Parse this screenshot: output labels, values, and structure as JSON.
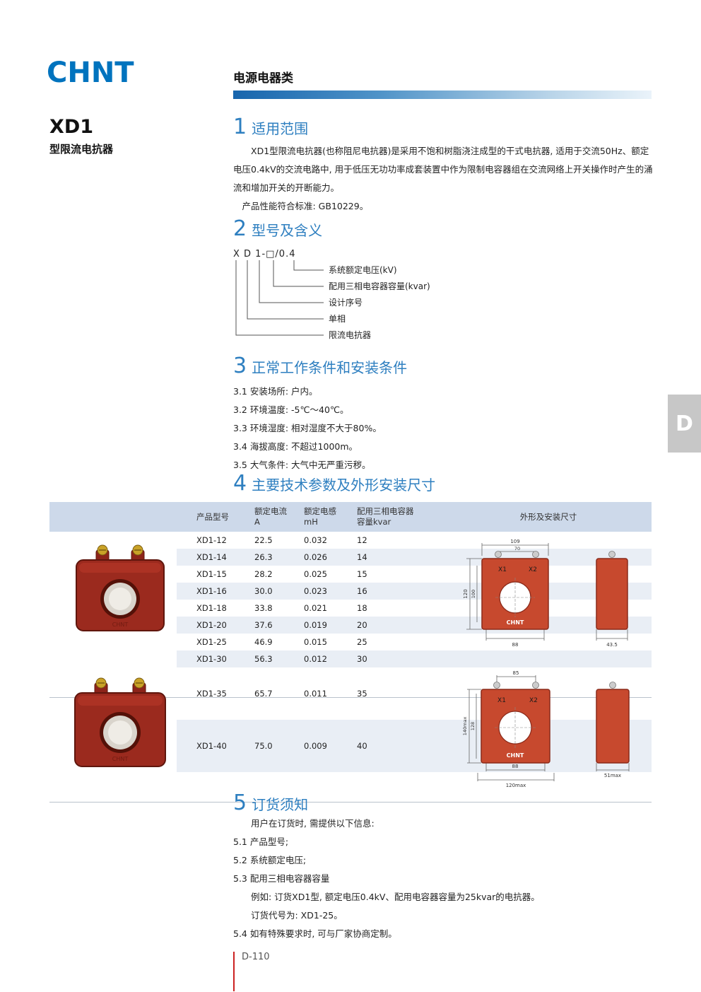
{
  "colors": {
    "brand_blue": "#0073be",
    "heading_blue": "#2e7fc0",
    "table_header_bg": "#cdd9ea",
    "row_alt_bg": "#e9eef5",
    "product_red": "#9b2a1e",
    "drawing_red": "#c7492e",
    "tab_gray": "#c7c7c7",
    "footer_red": "#cc2222"
  },
  "header": {
    "logo": "CHNT",
    "category": "电源电器类"
  },
  "side": {
    "model": "XD1",
    "subtitle": "型限流电抗器",
    "tab": "D"
  },
  "s1": {
    "num": "1",
    "title": "适用范围",
    "para": "XD1型限流电抗器(也称阻尼电抗器)是采用不饱和树脂浇注成型的干式电抗器, 适用于交流50Hz、额定电压0.4kV的交流电路中, 用于低压无功功率成套装置中作为限制电容器组在交流网络上开关操作时产生的涌流和增加开关的开断能力。",
    "standard": "产品性能符合标准: GB10229。"
  },
  "s2": {
    "num": "2",
    "title": "型号及含义",
    "code": "X D 1-□/0.4",
    "labels": [
      "系统额定电压(kV)",
      "配用三相电容器容量(kvar)",
      "设计序号",
      "单相",
      "限流电抗器"
    ]
  },
  "s3": {
    "num": "3",
    "title": "正常工作条件和安装条件",
    "items": [
      "3.1 安装场所: 户内。",
      "3.2 环境温度: -5℃～40℃。",
      "3.3 环境湿度: 相对湿度不大于80%。",
      "3.4 海拔高度: 不超过1000m。",
      "3.5 大气条件: 大气中无严重污秽。"
    ]
  },
  "s4": {
    "num": "4",
    "title": "主要技术参数及外形安装尺寸"
  },
  "table": {
    "col_model": "产品型号",
    "col_current": "额定电流",
    "col_current_unit": "A",
    "col_inductance": "额定电感",
    "col_inductance_unit": "mH",
    "col_capacity": "配用三相电容器",
    "col_capacity_unit": "容量kvar",
    "col_dims": "外形及安装尺寸",
    "group1": [
      {
        "model": "XD1-12",
        "current": "22.5",
        "inductance": "0.032",
        "capacity": "12"
      },
      {
        "model": "XD1-14",
        "current": "26.3",
        "inductance": "0.026",
        "capacity": "14"
      },
      {
        "model": "XD1-15",
        "current": "28.2",
        "inductance": "0.025",
        "capacity": "15"
      },
      {
        "model": "XD1-16",
        "current": "30.0",
        "inductance": "0.023",
        "capacity": "16"
      },
      {
        "model": "XD1-18",
        "current": "33.8",
        "inductance": "0.021",
        "capacity": "18"
      },
      {
        "model": "XD1-20",
        "current": "37.6",
        "inductance": "0.019",
        "capacity": "20"
      },
      {
        "model": "XD1-25",
        "current": "46.9",
        "inductance": "0.015",
        "capacity": "25"
      },
      {
        "model": "XD1-30",
        "current": "56.3",
        "inductance": "0.012",
        "capacity": "30"
      }
    ],
    "group2": [
      {
        "model": "XD1-35",
        "current": "65.7",
        "inductance": "0.011",
        "capacity": "35"
      },
      {
        "model": "XD1-40",
        "current": "75.0",
        "inductance": "0.009",
        "capacity": "40"
      }
    ]
  },
  "drawing1": {
    "terminal1": "X1",
    "terminal2": "X2",
    "brand": "CHNT",
    "dim_top_outer": "109",
    "dim_top_inner": "70",
    "dim_bottom": "88",
    "dim_left_outer": "120",
    "dim_left_inner": "100",
    "dim_side": "43.5"
  },
  "drawing2": {
    "terminal1": "X1",
    "terminal2": "X2",
    "brand": "CHNT",
    "dim_top": "85",
    "dim_bottom": "88",
    "dim_bottom_outer": "120max",
    "dim_left_outer": "140max",
    "dim_left_inner": "128",
    "dim_side": "51max"
  },
  "photos": {
    "brand": "CHNT"
  },
  "s5": {
    "num": "5",
    "title": "订货须知",
    "intro": "用户在订货时, 需提供以下信息:",
    "items": [
      "5.1 产品型号;",
      "5.2 系统额定电压;",
      "5.3 配用三相电容器容量",
      "例如: 订货XD1型, 额定电压0.4kV、配用电容器容量为25kvar的电抗器。",
      "订货代号为: XD1-25。",
      "5.4 如有特殊要求时, 可与厂家协商定制。"
    ]
  },
  "footer": {
    "page": "D-110"
  }
}
